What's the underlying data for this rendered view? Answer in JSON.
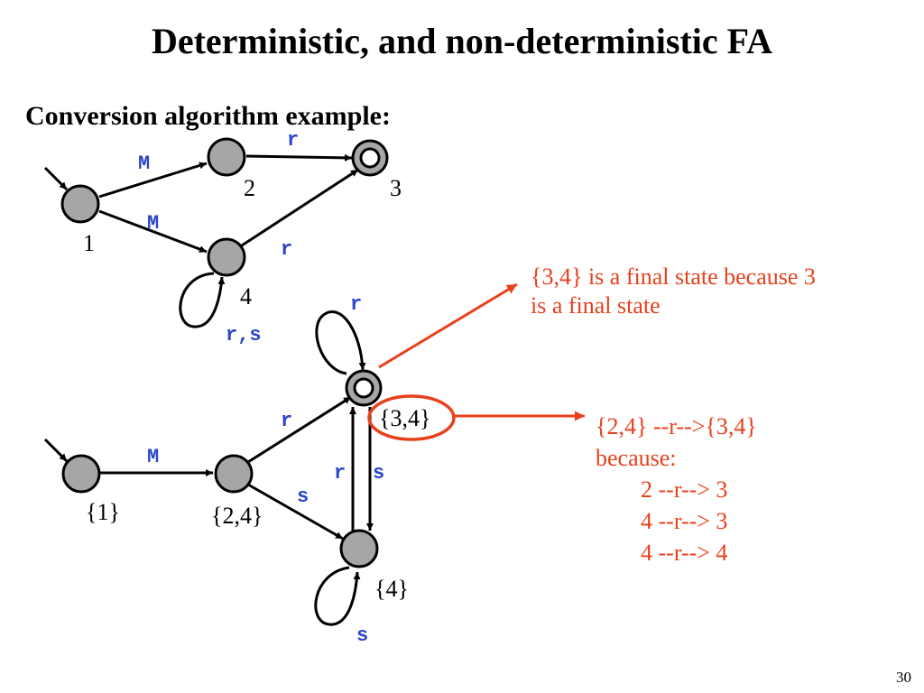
{
  "slide": {
    "title": "Deterministic, and non-deterministic FA",
    "subtitle": "Conversion algorithm example:",
    "page_number": "30"
  },
  "nfa": {
    "states": [
      "1",
      "2",
      "3",
      "4"
    ],
    "edge_labels": {
      "e_1_2": "M",
      "e_1_4": "M",
      "e_2_3": "r",
      "e_4_3": "r",
      "e_4_4": "r,s"
    }
  },
  "dfa": {
    "states": [
      "{1}",
      "{2,4}",
      "{3,4}",
      "{4}"
    ],
    "edge_labels": {
      "e_1_24": "M",
      "e_24_34": "r",
      "e_24_4": "s",
      "e_4_34": "r",
      "e_34_4": "s",
      "e_34_34": "r",
      "e_4_4": "s"
    }
  },
  "notes": {
    "final_state": [
      "{3,4} is a final state because 3",
      "is a final state"
    ],
    "transition": [
      "{2,4} --r-->{3,4}",
      "because:",
      "2 --r--> 3",
      "4 --r--> 3",
      "4 --r--> 4"
    ]
  },
  "colors": {
    "state_fill": "#a6a6a6",
    "edge_label": "#2a45c8",
    "annotation": "#e8401c"
  }
}
